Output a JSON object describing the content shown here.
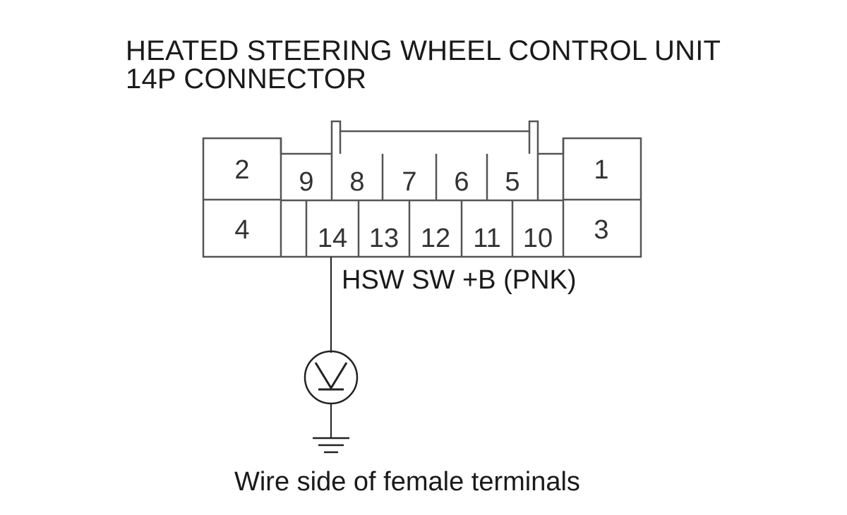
{
  "title": {
    "line1": "HEATED STEERING WHEEL CONTROL UNIT",
    "line2": "14P CONNECTOR"
  },
  "connector": {
    "pins": [
      {
        "number": "1"
      },
      {
        "number": "2"
      },
      {
        "number": "3"
      },
      {
        "number": "4"
      },
      {
        "number": "5"
      },
      {
        "number": "6"
      },
      {
        "number": "7"
      },
      {
        "number": "8"
      },
      {
        "number": "9"
      },
      {
        "number": "10"
      },
      {
        "number": "11"
      },
      {
        "number": "12"
      },
      {
        "number": "13"
      },
      {
        "number": "14"
      }
    ]
  },
  "measurement": {
    "signal_label": "HSW SW +B (PNK)",
    "meter_icon": "voltmeter-icon",
    "ground_icon": "ground-icon"
  },
  "caption": "Wire side of female terminals"
}
